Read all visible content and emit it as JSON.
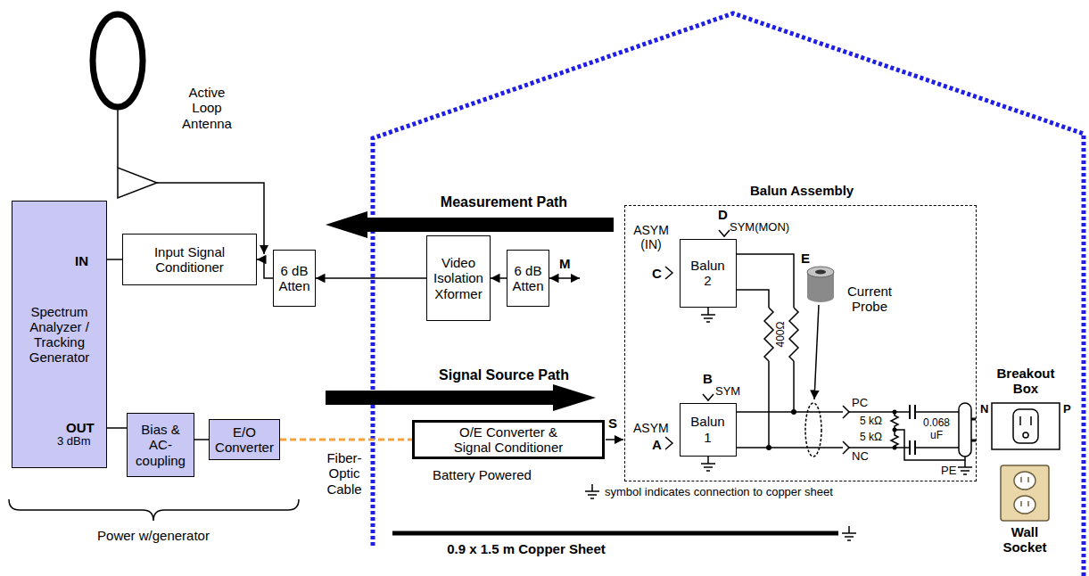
{
  "diagram": {
    "nodes": [
      {
        "text": [
          "Spectrum Analyzer / Tracking Generator",
          "IN",
          "OUT",
          "3 dBm"
        ]
      },
      {
        "text": [
          "Input Signal Conditioner"
        ]
      },
      {
        "text": [
          "6 dB Atten"
        ]
      },
      {
        "text": [
          "Video Isolation Xformer"
        ]
      },
      {
        "text": [
          "6 dB Atten"
        ]
      },
      {
        "text": [
          "Bias & AC-coupling"
        ]
      },
      {
        "text": [
          "E/O Converter"
        ]
      },
      {
        "text": [
          "O/E Converter & Signal Conditioner",
          "Battery Powered"
        ]
      },
      {
        "text": [
          "Balun Assembly"
        ]
      },
      {
        "text": [
          "Balun 2"
        ],
        "in": 8
      },
      {
        "text": [
          "Balun 1"
        ],
        "in": 8
      }
    ],
    "edges": [
      {
        "from": 0,
        "to": 5,
        "arrow": "none"
      },
      {
        "from": 5,
        "to": 6,
        "arrow": "none"
      },
      {
        "from": 6,
        "to": 7,
        "arrow": "none"
      },
      {
        "from": 4,
        "to": 3,
        "arrow": "to"
      },
      {
        "from": 3,
        "to": 2,
        "arrow": "to"
      },
      {
        "from": 2,
        "to": 1,
        "arrow": "to"
      },
      {
        "from": 1,
        "to": 0,
        "arrow": "none"
      }
    ],
    "labels": [
      "Active Loop Antenna",
      "Measurement Path",
      "M",
      "Signal Source Path",
      "S",
      "Fiber- Optic Cable",
      "Power w/generator",
      "ASYM (IN)",
      "C",
      "D",
      "SYM(MON)",
      "B",
      "SYM",
      "ASYM",
      "A",
      "400Ω",
      "E",
      "Current Probe",
      "PC",
      "NC",
      "5 kΩ",
      "5 kΩ",
      "0.068 uF",
      "PE",
      "Breakout Box",
      "N",
      "P",
      "Wall Socket",
      "symbol indicates connection to copper sheet",
      "0.9 x 1.5 m Copper Sheet"
    ]
  }
}
